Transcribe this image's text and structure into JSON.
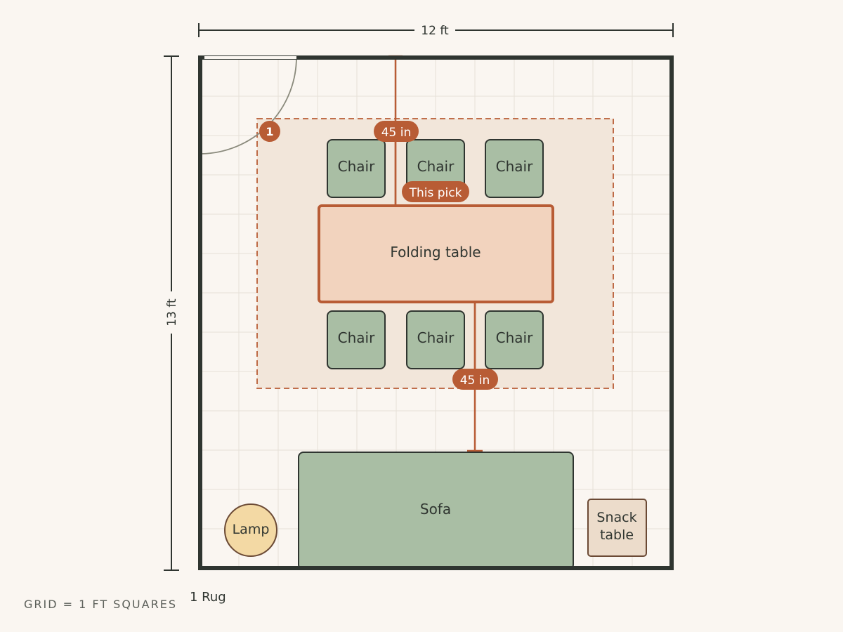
{
  "dimensions": {
    "width_label": "12 ft",
    "height_label": "13 ft"
  },
  "rug": {
    "badge": "1",
    "legend": "1 Rug"
  },
  "grid_note": "GRID = 1 FT SQUARES",
  "furniture": {
    "table": "Folding table",
    "chairs_top": [
      "Chair",
      "Chair",
      "Chair"
    ],
    "chairs_bottom": [
      "Chair",
      "Chair",
      "Chair"
    ],
    "sofa": "Sofa",
    "lamp": "Lamp",
    "snack_table": [
      "Snack",
      "table"
    ]
  },
  "clearances": {
    "top": "45 in",
    "bottom": "45 in",
    "pick_label": "This pick"
  },
  "colors": {
    "background": "#faf6f1",
    "wall": "#2f3530",
    "grid": "#e6e0d8",
    "accent": "#b85c35",
    "rug_fill": "#f2e6da",
    "table_fill": "#f2d3be",
    "furniture_green": "#a9bea4",
    "lamp_fill": "#f3d9a4",
    "snack_fill": "#ecdccb"
  }
}
